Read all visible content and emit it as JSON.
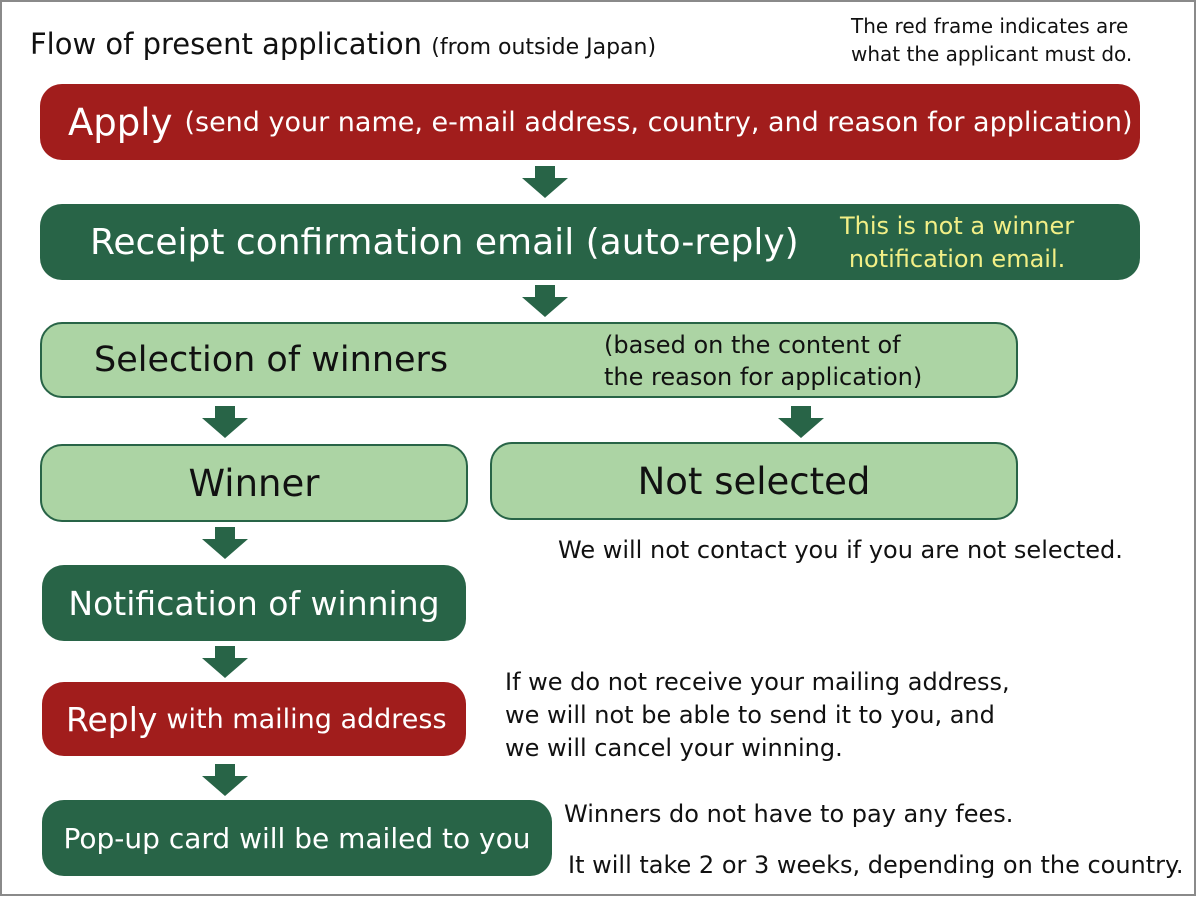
{
  "header": {
    "title": "Flow of present application",
    "title_suffix": "(from outside Japan)",
    "note_lines": [
      "The red frame indicates are",
      "what the applicant must do."
    ]
  },
  "colors": {
    "applicant_action": "#a11d1c",
    "process_step": "#286447",
    "decision_step": "#acd4a4",
    "highlight_text": "#f2ef86"
  },
  "steps": {
    "apply": {
      "label": "Apply",
      "detail": "(send your name, e-mail address, country, and reason for application)"
    },
    "receipt": {
      "label": "Receipt confirmation email (auto-reply)",
      "note_lines": [
        "This is not a winner",
        "notification email."
      ]
    },
    "selection": {
      "label": "Selection of winners",
      "note_lines": [
        "(based on the content of",
        "the reason for application)"
      ]
    },
    "winner": {
      "label": "Winner"
    },
    "not_selected": {
      "label": "Not selected",
      "note": "We will not contact you if you are not selected."
    },
    "notification": {
      "label": "Notification of winning"
    },
    "reply": {
      "label": "Reply",
      "detail": "with mailing address",
      "note_lines": [
        "If we do not receive your mailing address,",
        "we will not be able to send it to you, and",
        "we will cancel your winning."
      ]
    },
    "mailed": {
      "label": "Pop-up card will be mailed to you",
      "notes": [
        "Winners do not have to pay any fees.",
        "It will take 2 or 3 weeks, depending on the country."
      ]
    }
  }
}
